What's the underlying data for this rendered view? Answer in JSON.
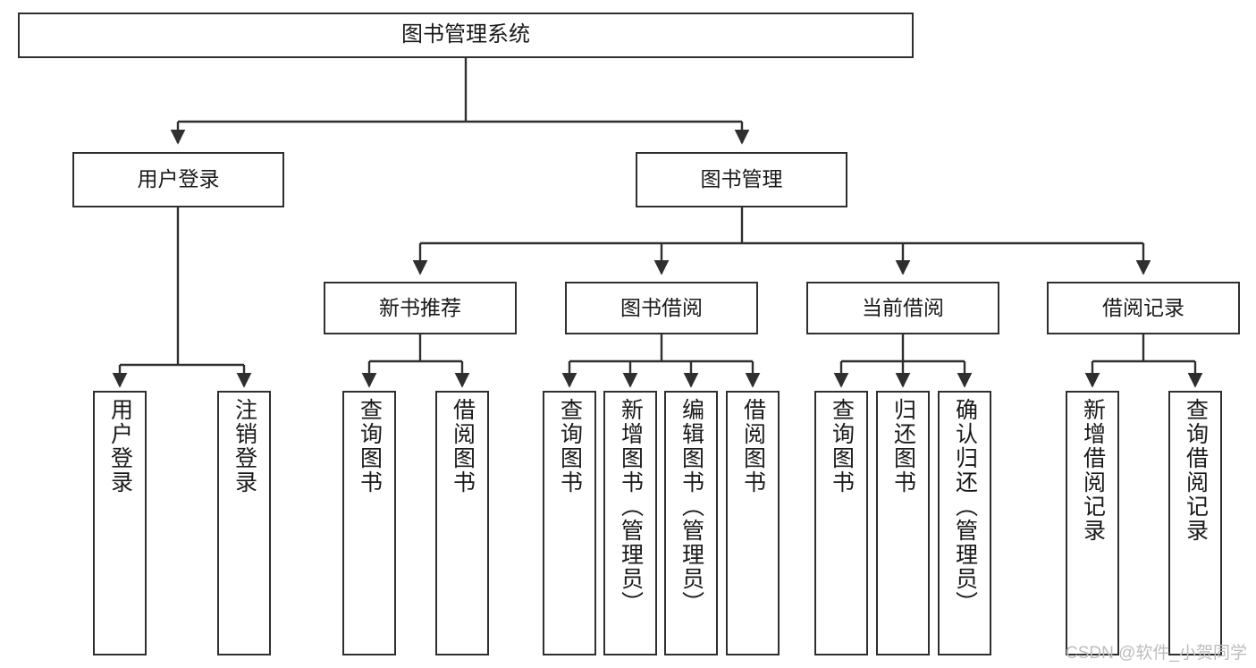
{
  "diagram": {
    "title": "图书管理系统",
    "type": "hierarchy-tree",
    "watermark": "CSDN @软件_小贺同学",
    "colors": {
      "box_border": "#2f2f2f",
      "box_fill": "#ffffff",
      "connector": "#2f2f2f",
      "text": "#1a1a1a",
      "watermark": "#bdbdbd"
    },
    "nodes": {
      "root": {
        "label": "图书管理系统"
      },
      "level2": [
        {
          "label": "用户登录"
        },
        {
          "label": "图书管理"
        }
      ],
      "level3": [
        {
          "label": "新书推荐"
        },
        {
          "label": "图书借阅"
        },
        {
          "label": "当前借阅"
        },
        {
          "label": "借阅记录"
        }
      ],
      "leaves": {
        "user_login": [
          {
            "label": "用户登录"
          },
          {
            "label": "注销登录"
          }
        ],
        "new_book_recommend": [
          {
            "label": "查询图书"
          },
          {
            "label": "借阅图书"
          }
        ],
        "book_borrow": [
          {
            "label": "查询图书"
          },
          {
            "label": "新增图书（管理员）"
          },
          {
            "label": "编辑图书（管理员）"
          },
          {
            "label": "借阅图书"
          }
        ],
        "current_borrow": [
          {
            "label": "查询图书"
          },
          {
            "label": "归还图书"
          },
          {
            "label": "确认归还（管理员）"
          }
        ],
        "borrow_record": [
          {
            "label": "新增借阅记录"
          },
          {
            "label": "查询借阅记录"
          }
        ]
      }
    }
  }
}
